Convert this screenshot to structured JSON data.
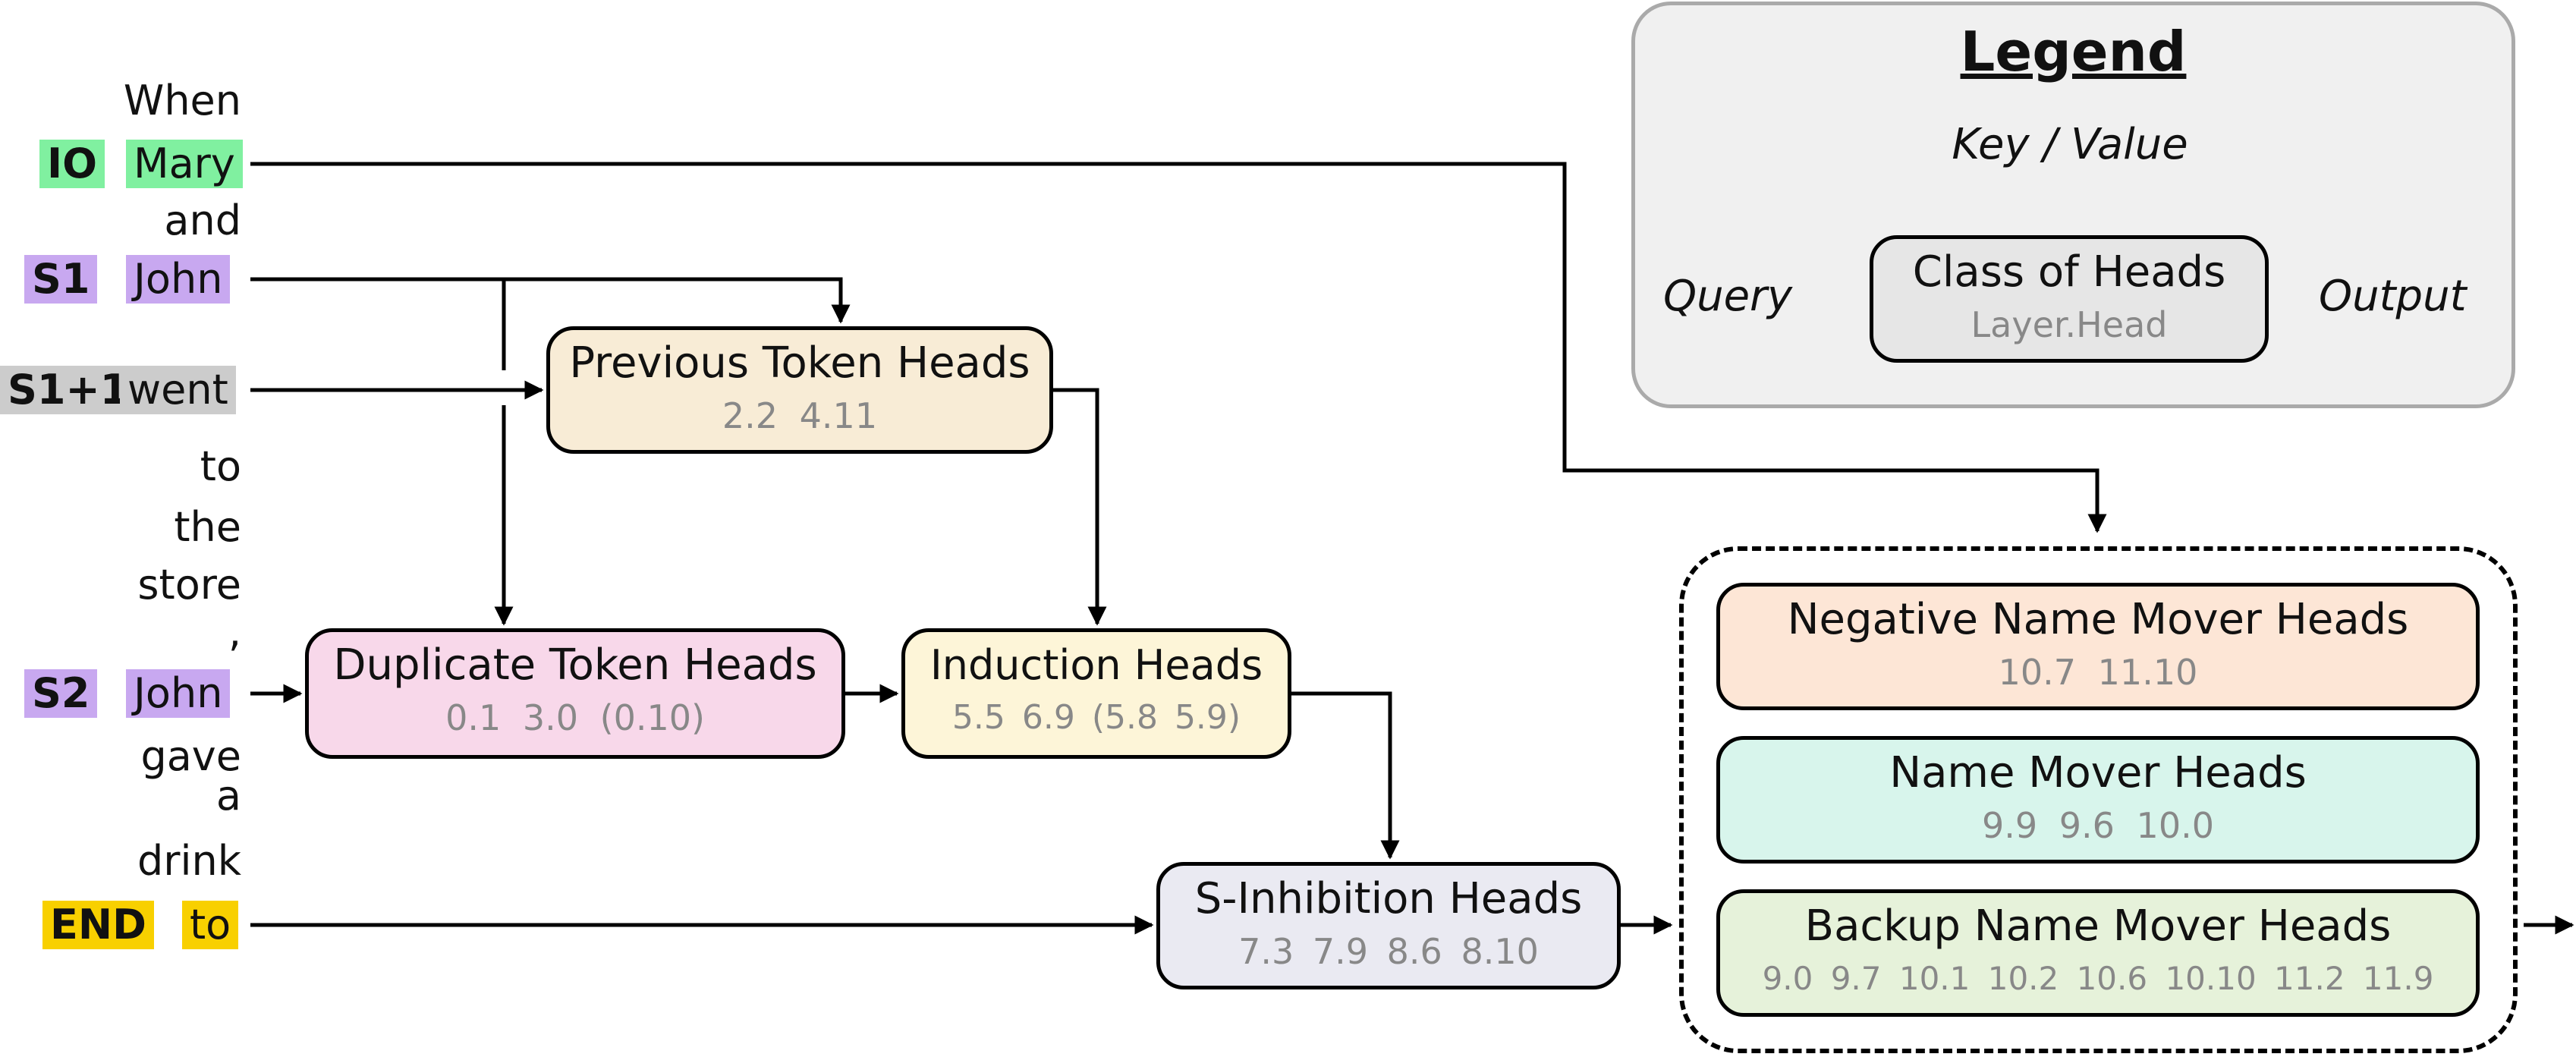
{
  "sentence": {
    "words": [
      "When",
      "and",
      "to",
      "the",
      "store",
      ",",
      "gave",
      "a",
      "drink"
    ]
  },
  "tokens": {
    "io": {
      "tag": "IO",
      "word": "Mary",
      "color": "#80f0a0"
    },
    "s1": {
      "tag": "S1",
      "word": "John",
      "color": "#c8a8f0"
    },
    "s1p1": {
      "tag": "S1+1",
      "word": "went",
      "color": "#cccccc"
    },
    "s2": {
      "tag": "S2",
      "word": "John",
      "color": "#c8a8f0"
    },
    "end": {
      "tag": "END",
      "word": "to",
      "color": "#f8d000"
    }
  },
  "heads": {
    "previous_token": {
      "title": "Previous Token Heads",
      "heads": "2.2   4.11",
      "color": "#f8ecd6"
    },
    "duplicate_token": {
      "title": "Duplicate Token Heads",
      "heads": "0.1   3.0   (0.10)",
      "color": "#f8d8ea"
    },
    "induction": {
      "title": "Induction Heads",
      "heads": "5.5   6.9   (5.8   5.9)",
      "color": "#fdf5d8"
    },
    "s_inhibition": {
      "title": "S-Inhibition Heads",
      "heads": "7.3  7.9  8.6   8.10",
      "color": "#eaeaf2"
    },
    "negative_name_mover": {
      "title": "Negative Name Mover Heads",
      "heads": "10.7  11.10",
      "color": "#fde6d6"
    },
    "name_mover": {
      "title": "Name Mover Heads",
      "heads": "9.9   9.6   10.0",
      "color": "#d8f5ec"
    },
    "backup_name_mover": {
      "title": "Backup Name Mover Heads",
      "heads": "9.0  9.7  10.1  10.2  10.6  10.10  11.2  11.9",
      "color": "#e6f2da"
    }
  },
  "legend": {
    "title": "Legend",
    "key_value": "Key / Value",
    "query": "Query",
    "output": "Output",
    "class_of_heads": "Class of Heads",
    "layer_head": "Layer.Head",
    "box_color": "#e6e6e6"
  }
}
